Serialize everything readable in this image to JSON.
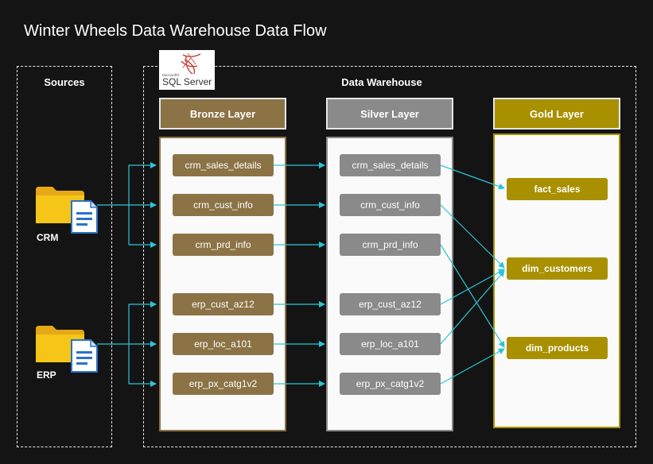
{
  "title": "Winter Wheels Data Warehouse Data Flow",
  "sources": {
    "label": "Sources",
    "crm_label": "CRM",
    "erp_label": "ERP"
  },
  "warehouse": {
    "label": "Data Warehouse",
    "logo_small": "Microsoft®",
    "logo_text": "SQL Server"
  },
  "bronze": {
    "header": "Bronze Layer",
    "tables": [
      "crm_sales_details",
      "crm_cust_info",
      "crm_prd_info",
      "erp_cust_az12",
      "erp_loc_a101",
      "erp_px_catg1v2"
    ]
  },
  "silver": {
    "header": "Silver Layer",
    "tables": [
      "crm_sales_details",
      "crm_cust_info",
      "crm_prd_info",
      "erp_cust_az12",
      "erp_loc_a101",
      "erp_px_catg1v2"
    ]
  },
  "gold": {
    "header": "Gold Layer",
    "tables": [
      "fact_sales",
      "dim_customers",
      "dim_products"
    ]
  },
  "colors": {
    "background": "#141414",
    "bronze": "#8b7346",
    "silver": "#8a8a8a",
    "gold": "#a89000",
    "connector": "#29c6d6",
    "folder": "#f5c518",
    "document": "#2a72c9"
  }
}
